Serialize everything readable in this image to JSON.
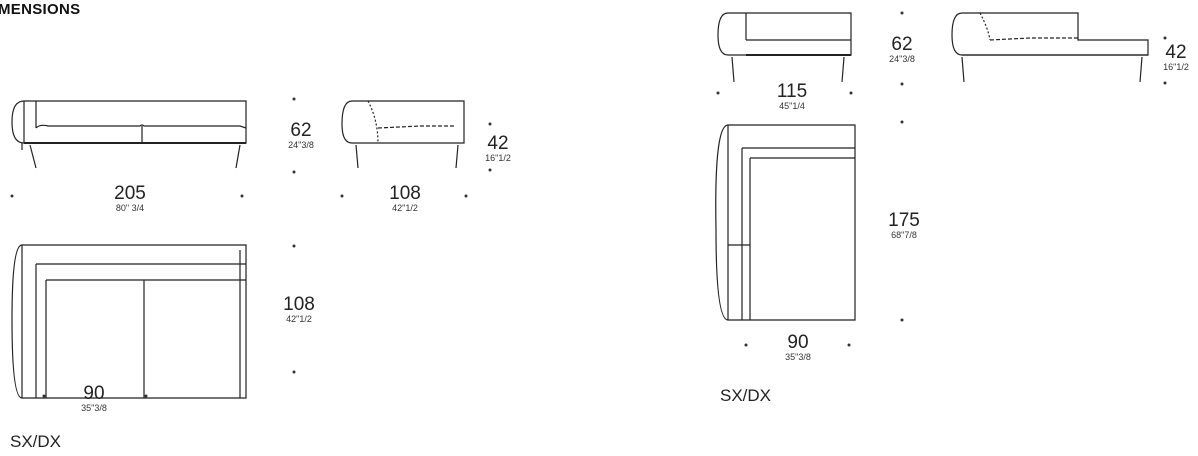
{
  "heading": "MENSIONS",
  "dimensions": {
    "sofa_width": {
      "metric": "205",
      "imperial": "80\" 3/4"
    },
    "sofa_height": {
      "metric": "62",
      "imperial": "24\"3/8"
    },
    "ottoman_width": {
      "metric": "108",
      "imperial": "42\"1/2"
    },
    "ottoman_height": {
      "metric": "42",
      "imperial": "16\"1/2"
    },
    "sofa_depth": {
      "metric": "108",
      "imperial": "42\"1/2"
    },
    "sofa_seat_width": {
      "metric": "90",
      "imperial": "35\"3/8"
    },
    "chaise_width": {
      "metric": "115",
      "imperial": "45\"1/4"
    },
    "chaise_height": {
      "metric": "62",
      "imperial": "24\"3/8"
    },
    "chaise_end_height": {
      "metric": "42",
      "imperial": "16\"1/2"
    },
    "chaise_depth": {
      "metric": "175",
      "imperial": "68\"7/8"
    },
    "chaise_seat_width": {
      "metric": "90",
      "imperial": "35\"3/8"
    }
  },
  "variant_left": "SX/DX",
  "variant_right": "SX/DX"
}
